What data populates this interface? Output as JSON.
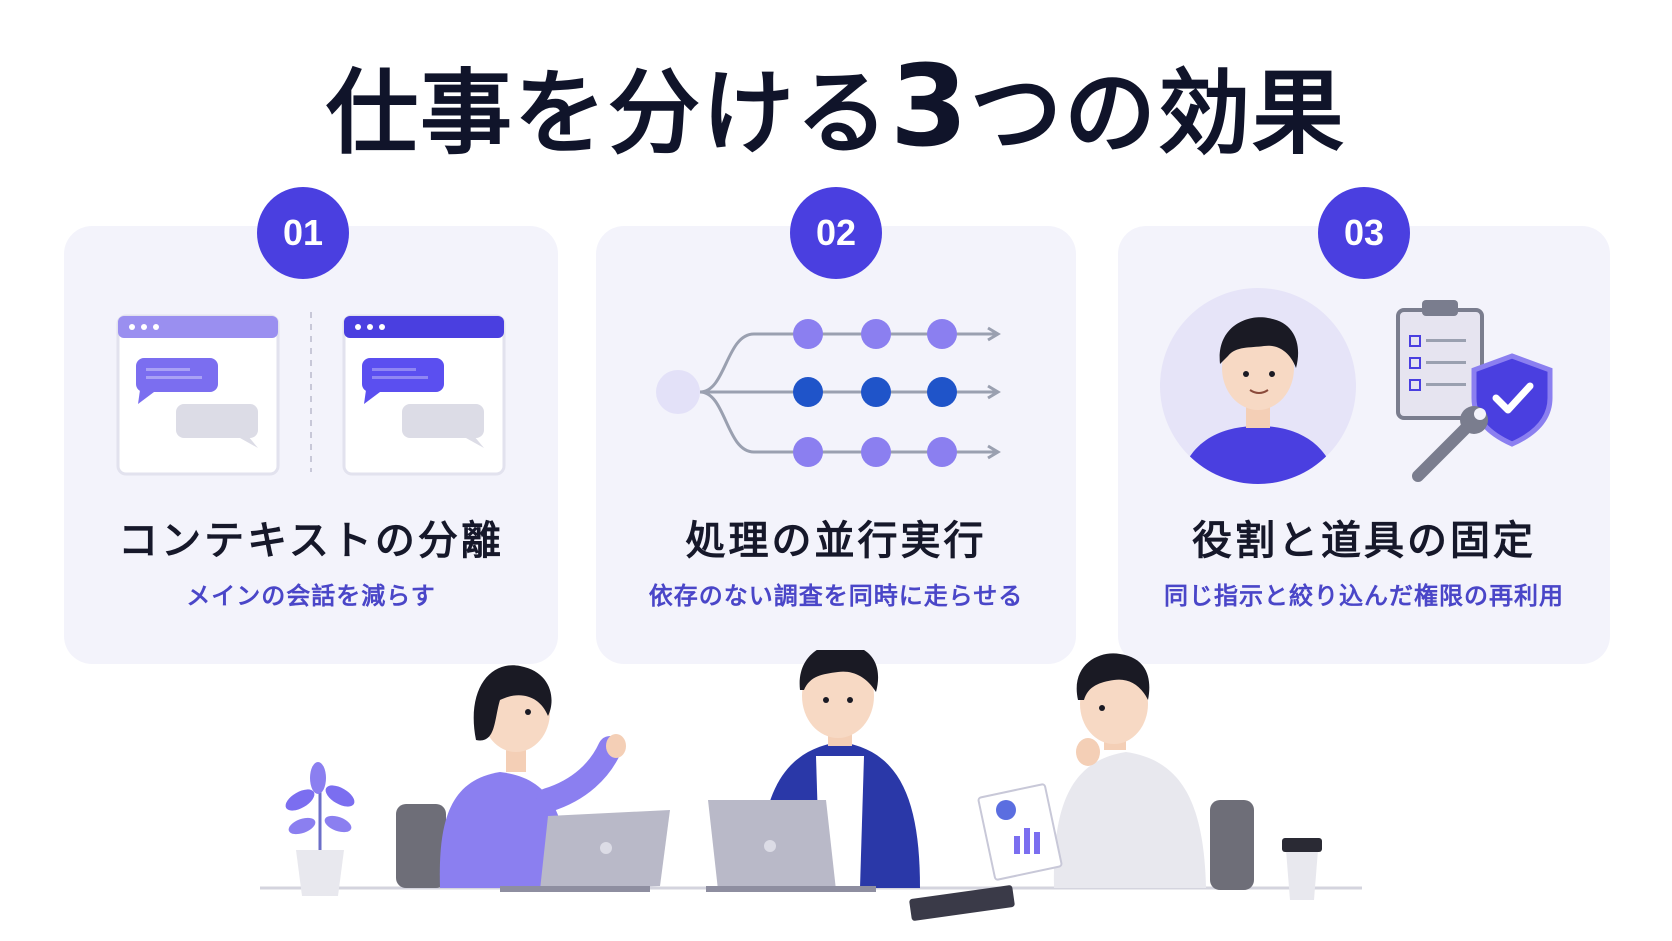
{
  "title": {
    "main": "仕事を分ける",
    "number": "3",
    "tail": "つの効果"
  },
  "cards": [
    {
      "badge": "01",
      "title": "コンテキストの分離",
      "subtitle": "メインの会話を減らす",
      "illustration_icon": "chat-windows-icon"
    },
    {
      "badge": "02",
      "title": "処理の並行実行",
      "subtitle": "依存のない調査を同時に走らせる",
      "illustration_icon": "parallel-flow-icon"
    },
    {
      "badge": "03",
      "title": "役割と道具の固定",
      "subtitle": "同じ指示と絞り込んだ権限の再利用",
      "illustration_icon": "role-tools-icon"
    }
  ],
  "colors": {
    "accent": "#4a3fe0",
    "card_bg": "#f3f3fb",
    "title": "#10142a",
    "subtitle": "#4a46c8",
    "lavender": "#8b7ff0",
    "deep_blue": "#1f54c9"
  },
  "scene": {
    "icon": "team-meeting-illustration"
  }
}
